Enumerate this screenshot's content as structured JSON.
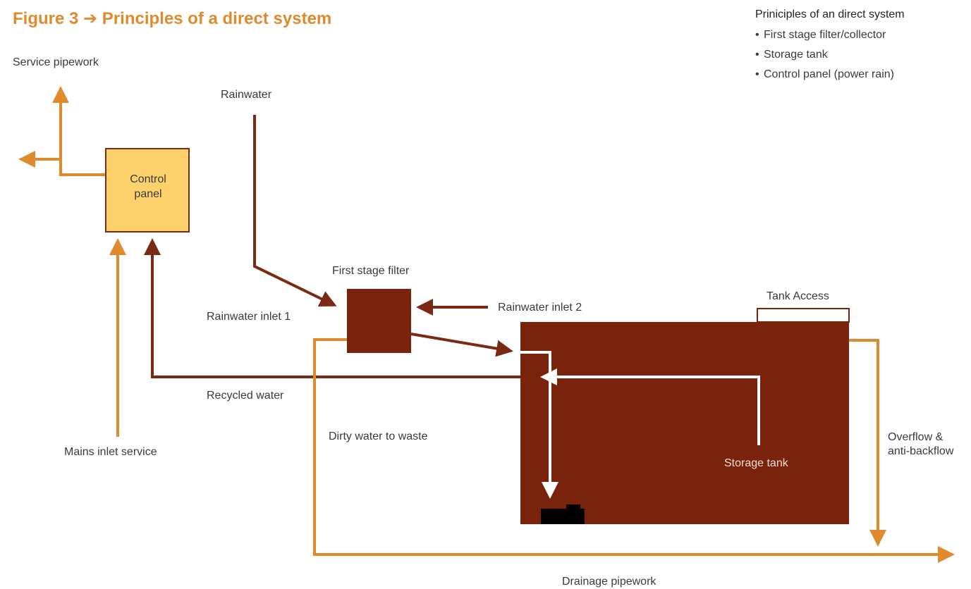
{
  "title": "Figure 3 ➔ Principles of a direct system",
  "legend": {
    "heading": "Priniciples of an direct system",
    "items": [
      "First stage filter/collector",
      "Storage tank",
      "Control panel (power rain)"
    ]
  },
  "labels": {
    "service_pipework": "Service pipework",
    "rainwater": "Rainwater",
    "control_panel_line1": "Control",
    "control_panel_line2": "panel",
    "first_stage_filter": "First stage filter",
    "rainwater_inlet_1": "Rainwater inlet 1",
    "rainwater_inlet_2": "Rainwater inlet 2",
    "tank_access": "Tank Access",
    "recycled_water": "Recycled water",
    "dirty_water": "Dirty water to waste",
    "mains_inlet": "Mains inlet service",
    "storage_tank": "Storage tank",
    "overflow_line1": "Overflow &",
    "overflow_line2": "anti-backflow",
    "drainage_pipework": "Drainage pipework"
  },
  "colors": {
    "orange_pipe": "#e08a2e",
    "brown_pipe": "#7a2a12",
    "tank": "#7a230c",
    "control_panel_fill": "#fdd26c",
    "pump": "#000000",
    "white_pipe": "#ffffff"
  }
}
